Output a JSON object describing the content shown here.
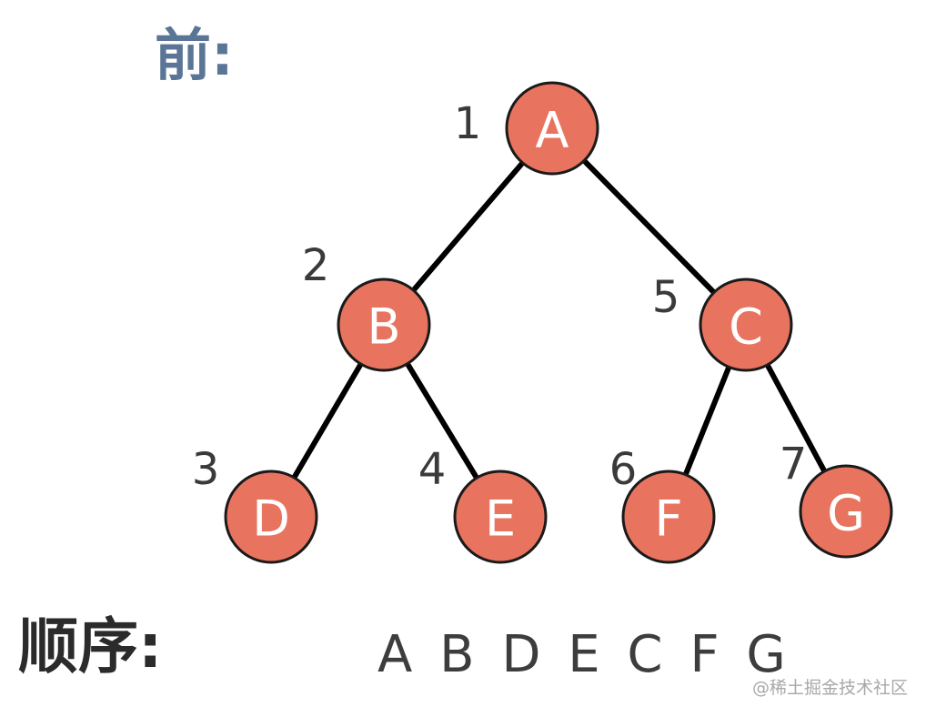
{
  "title": "前:",
  "order_label": "顺序:",
  "order_sequence": "A B D E C F G",
  "watermark": "@稀土掘金技术社区",
  "colors": {
    "node_fill": "#e8745f",
    "title": "#5b7596",
    "edge": "#000000"
  },
  "tree": {
    "nodes": [
      {
        "id": "A",
        "label": "A",
        "index": "1"
      },
      {
        "id": "B",
        "label": "B",
        "index": "2"
      },
      {
        "id": "C",
        "label": "C",
        "index": "5"
      },
      {
        "id": "D",
        "label": "D",
        "index": "3"
      },
      {
        "id": "E",
        "label": "E",
        "index": "4"
      },
      {
        "id": "F",
        "label": "F",
        "index": "6"
      },
      {
        "id": "G",
        "label": "G",
        "index": "7"
      }
    ],
    "edges": [
      {
        "from": "A",
        "to": "B"
      },
      {
        "from": "A",
        "to": "C"
      },
      {
        "from": "B",
        "to": "D"
      },
      {
        "from": "B",
        "to": "E"
      },
      {
        "from": "C",
        "to": "F"
      },
      {
        "from": "C",
        "to": "G"
      }
    ]
  }
}
